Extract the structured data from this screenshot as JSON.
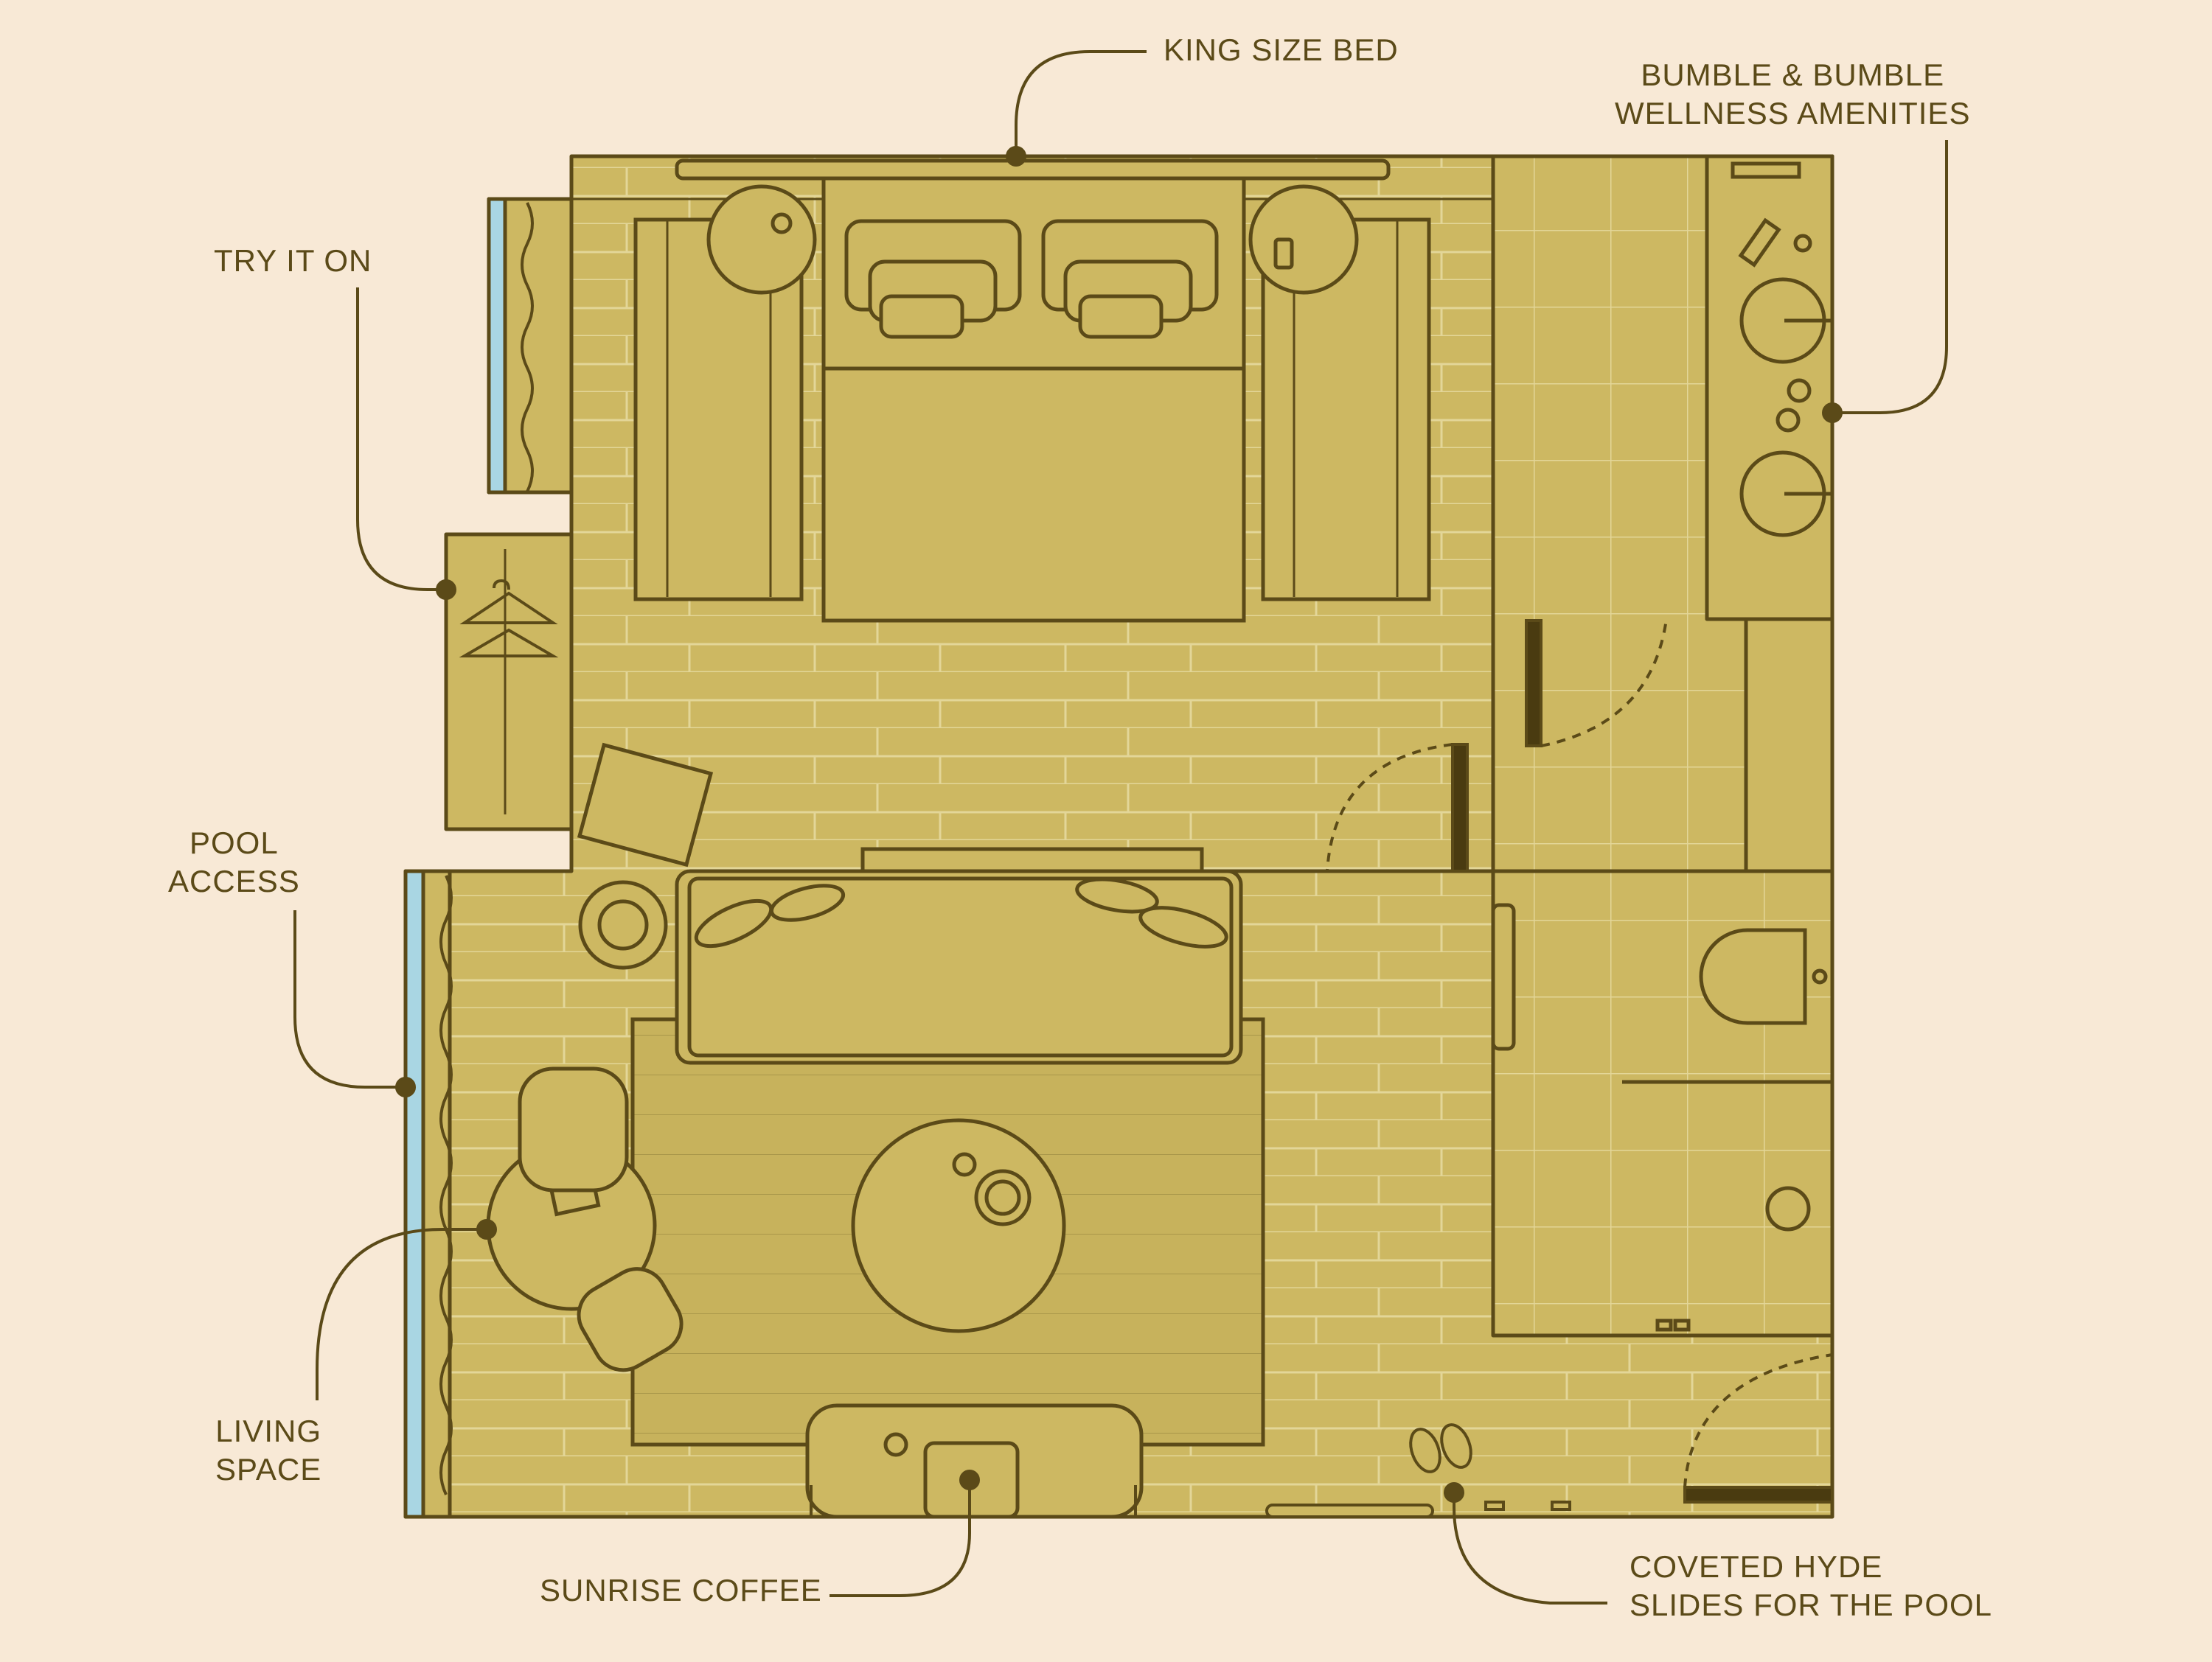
{
  "colors": {
    "background": "#f8e9d6",
    "floor": "#cdb862",
    "line": "#5b4a18",
    "window": "#a9d6e3"
  },
  "annotations": {
    "king_bed": "KING SIZE BED",
    "amenities": [
      "BUMBLE & BUMBLE",
      "WELLNESS AMENITIES"
    ],
    "try_it_on": "TRY IT ON",
    "pool_access": [
      "POOL",
      "ACCESS"
    ],
    "living_space": [
      "LIVING",
      "SPACE"
    ],
    "sunrise_coffee": "SUNRISE COFFEE",
    "hyde_slides": [
      "COVETED HYDE",
      "SLIDES FOR THE POOL"
    ]
  }
}
